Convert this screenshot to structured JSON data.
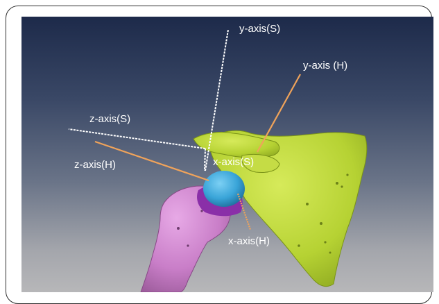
{
  "figure": {
    "labels": {
      "y_axis_s": "y-axis(S)",
      "y_axis_h": "y-axis (H)",
      "z_axis_s": "z-axis(S)",
      "z_axis_h": "z-axis(H)",
      "x_axis_s": "x-axis(S)",
      "x_axis_h": "x-axis(H)"
    },
    "colors": {
      "scapula": "#b6d233",
      "humerus": "#c97ec8",
      "humeral_head": "#39a4d8",
      "cartilage_ring": "#8a2fa8",
      "scapula_axes": "#ffffff",
      "humerus_axes": "#f0a35a"
    }
  }
}
